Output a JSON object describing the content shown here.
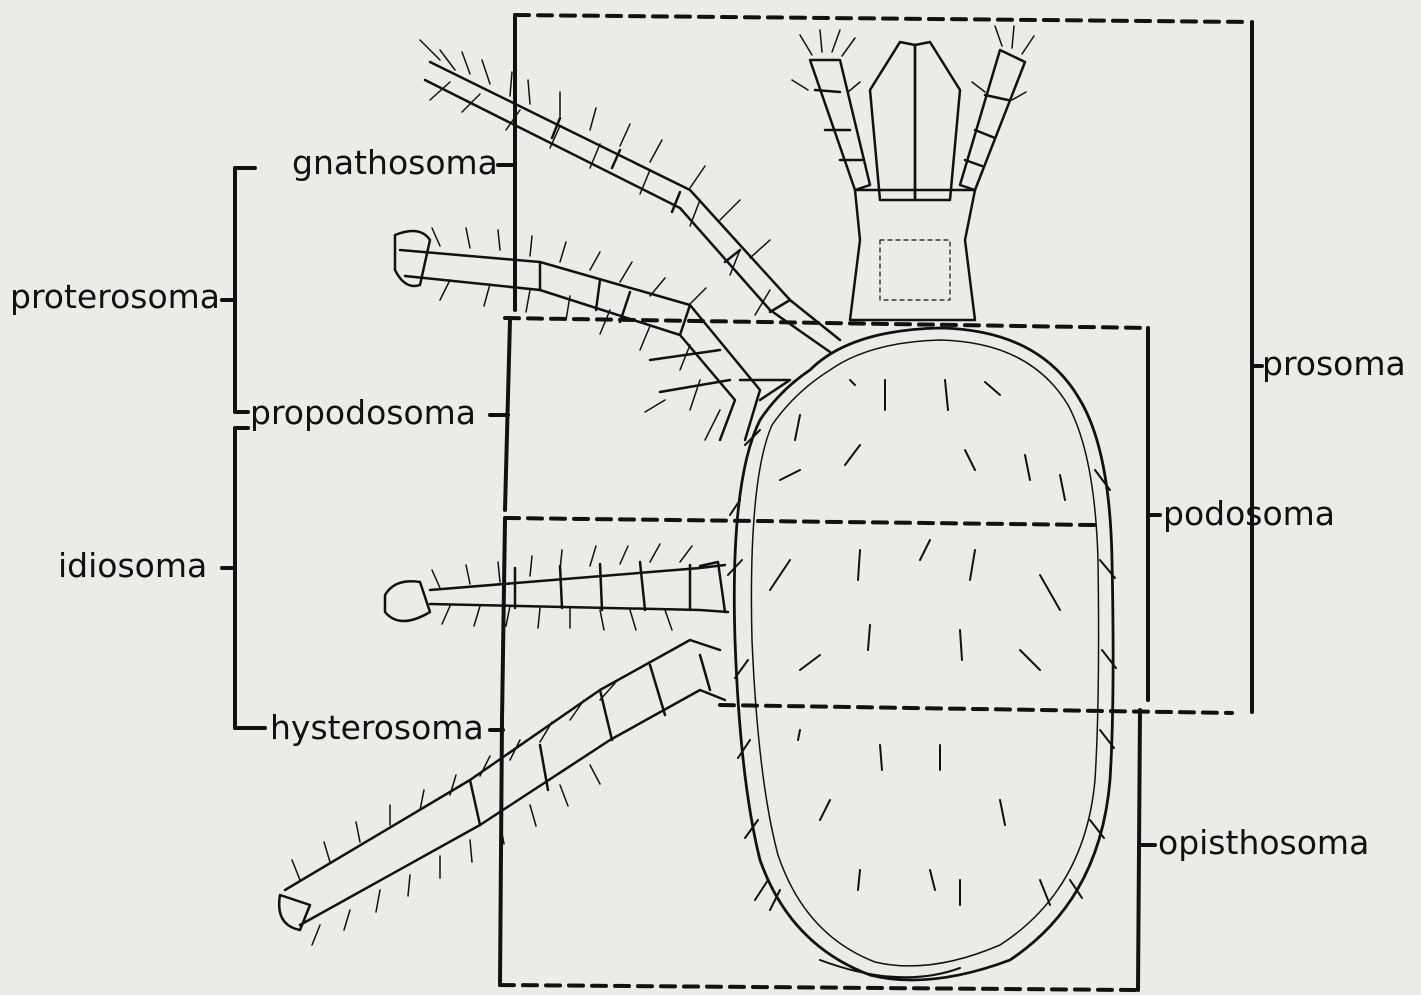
{
  "labels": {
    "gnathosoma": "gnathosoma",
    "proterosoma": "proterosoma",
    "propodosoma": "propodosoma",
    "idiosoma": "idiosoma",
    "hysterosoma": "hysterosoma",
    "prosoma": "prosoma",
    "podosoma": "podosoma",
    "opisthosoma": "opisthosoma"
  },
  "colors": {
    "ink": "#111111",
    "paper": "#ebebe8"
  }
}
